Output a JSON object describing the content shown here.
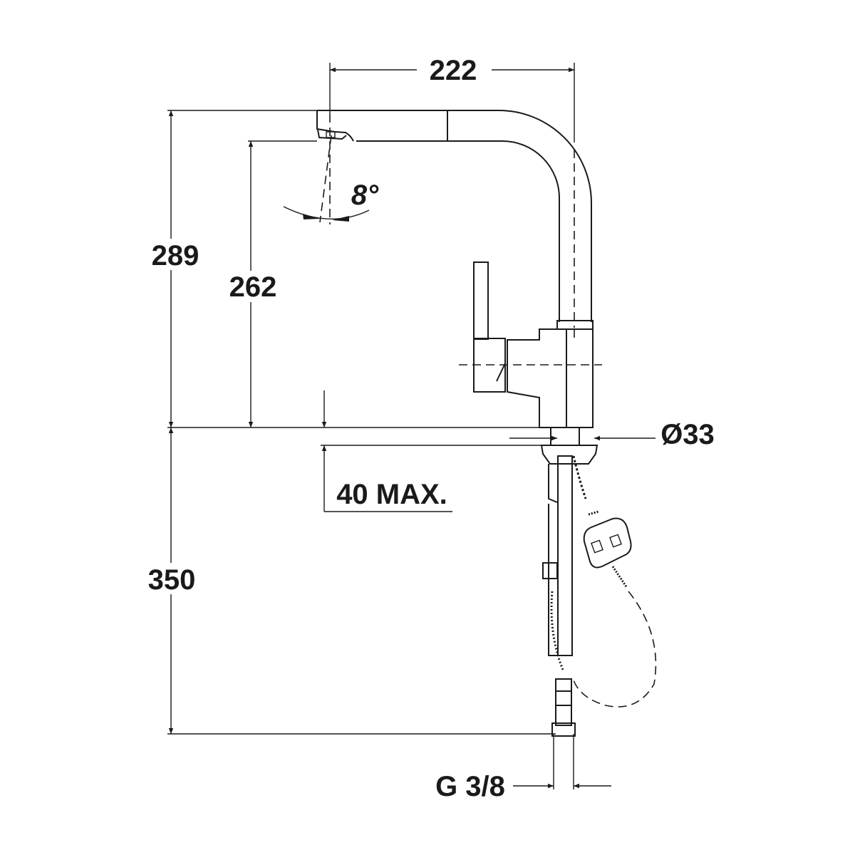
{
  "drawing": {
    "title": "Pull-out kitchen faucet dimension drawing",
    "units": "mm",
    "dimensions": {
      "spout_reach": "222",
      "total_height": "289",
      "spout_height": "262",
      "spray_angle": "8°",
      "hose_length": "350",
      "max_thickness": "40 MAX.",
      "base_diameter": "Ø33",
      "connection": "G 3/8"
    },
    "colors": {
      "line": "#1a1a1a",
      "background": "#ffffff"
    }
  }
}
